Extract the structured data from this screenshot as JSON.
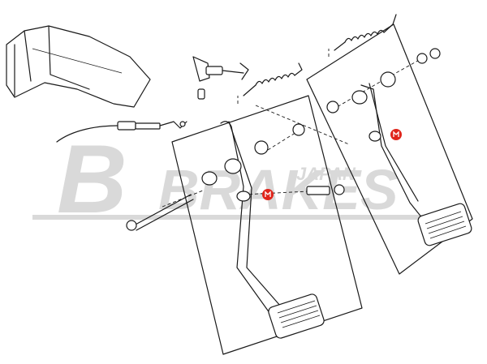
{
  "watermark": {
    "letter": "B",
    "word": "BRAKES",
    "sub": "JAPAN",
    "color": "#d9d9d9"
  },
  "markers": [
    {
      "name": "marker-left-pedal-pivot",
      "color": "#e0251b"
    },
    {
      "name": "marker-right-pedal-pivot",
      "color": "#e0251b"
    }
  ]
}
